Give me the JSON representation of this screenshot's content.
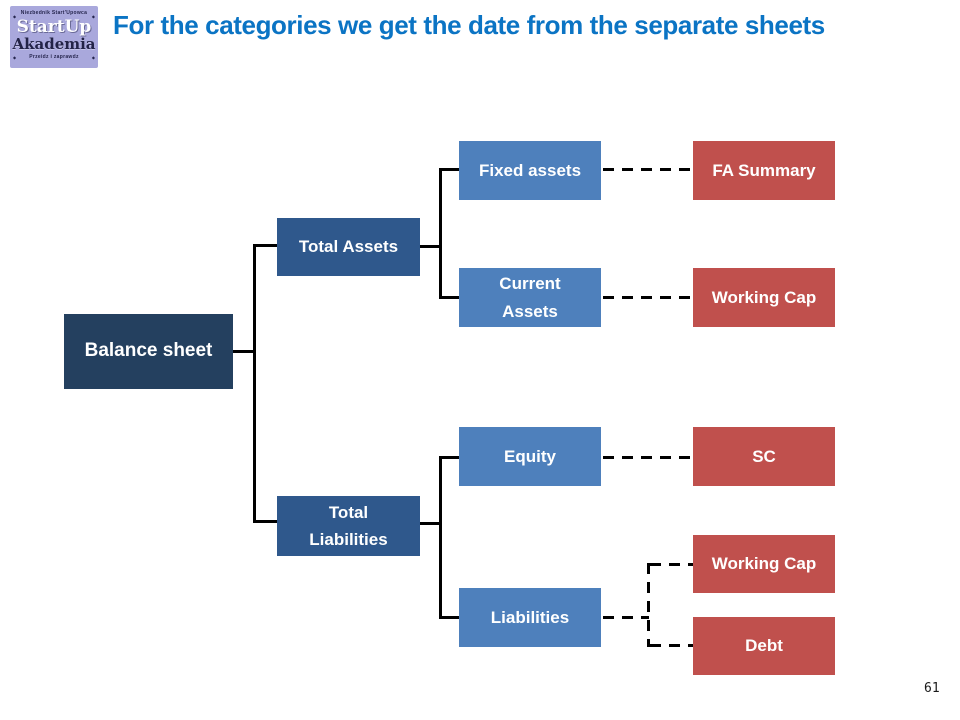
{
  "slide": {
    "title": "For the categories we get the date from the separate sheets",
    "page_number": "61"
  },
  "logo": {
    "top_text": "Niezbednik Start'Upowca",
    "name_line1": "StartUp",
    "name_line2": "Akademia",
    "bottom_text": "Przeidz i zaprawdz"
  },
  "colors": {
    "title_blue": "#0b74c4",
    "root_navy": "#24405f",
    "branch_blue": "#2f588c",
    "leaf_blue": "#4e80bc",
    "sheet_red": "#c0504d",
    "logo_lavender": "#a9a8dc",
    "connector_black": "#000000"
  },
  "diagram": {
    "nodes": {
      "balance": {
        "label": "Balance sheet"
      },
      "total_assets": {
        "label": "Total Assets"
      },
      "total_liabilities": {
        "label": "Total Liabilities"
      },
      "fixed_assets": {
        "label": "Fixed assets"
      },
      "current_assets": {
        "label": "Current Assets"
      },
      "equity": {
        "label": "Equity"
      },
      "liabilities": {
        "label": "Liabilities"
      },
      "fa_summary": {
        "label": "FA Summary"
      },
      "working_cap_assets": {
        "label": "Working Cap"
      },
      "sc": {
        "label": "SC"
      },
      "working_cap_liabilities": {
        "label": "Working Cap"
      },
      "debt": {
        "label": "Debt"
      }
    },
    "edges_solid": [
      "balance-total_assets",
      "balance-total_liabilities",
      "total_assets-fixed_assets",
      "total_assets-current_assets",
      "total_liabilities-equity",
      "total_liabilities-liabilities"
    ],
    "edges_dashed": [
      "fixed_assets-fa_summary",
      "current_assets-working_cap_assets",
      "equity-sc",
      "liabilities-working_cap_liabilities",
      "liabilities-debt"
    ]
  }
}
